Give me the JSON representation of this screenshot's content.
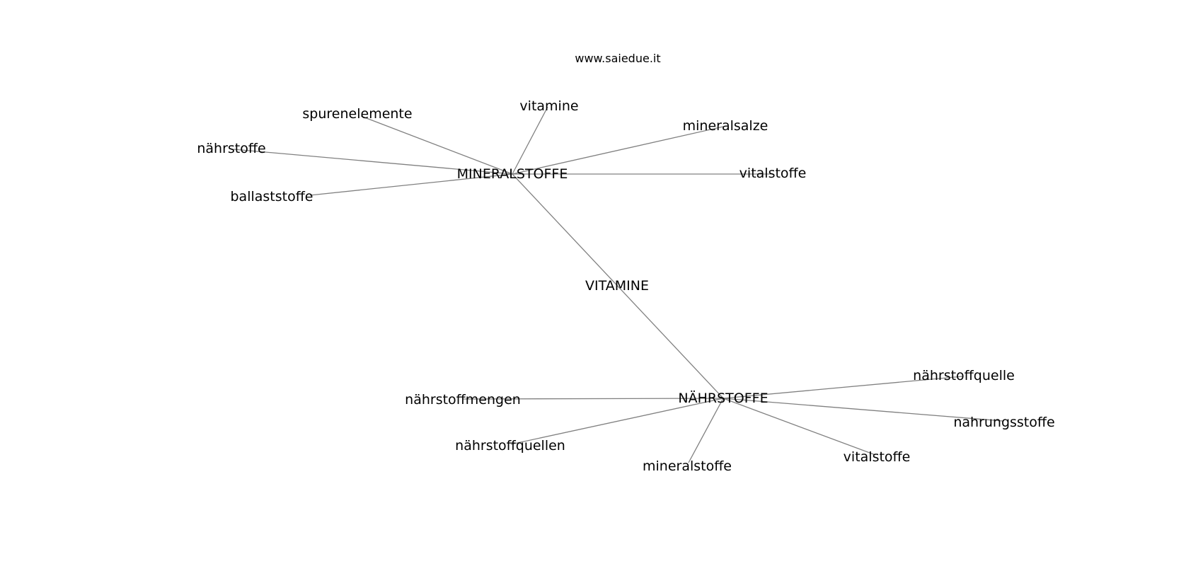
{
  "header": {
    "source_label": "www.saiedue.it"
  },
  "graph": {
    "nodes": [
      {
        "id": "VITAMINE",
        "label": "VITAMINE"
      },
      {
        "id": "MINERALSTOFFE",
        "label": "MINERALSTOFFE"
      },
      {
        "id": "NAEHRSTOFFE",
        "label": "NÄHRSTOFFE"
      },
      {
        "id": "m_spurenelemente",
        "label": "spurenelemente"
      },
      {
        "id": "m_vitamine",
        "label": "vitamine"
      },
      {
        "id": "m_mineralsalze",
        "label": "mineralsalze"
      },
      {
        "id": "m_naehrstoffe",
        "label": "nährstoffe"
      },
      {
        "id": "m_vitalstoffe",
        "label": "vitalstoffe"
      },
      {
        "id": "m_ballaststoffe",
        "label": "ballaststoffe"
      },
      {
        "id": "n_naehrstoffquelle",
        "label": "nährstoffquelle"
      },
      {
        "id": "n_naehrstoffmengen",
        "label": "nährstoffmengen"
      },
      {
        "id": "n_nahrungsstoffe",
        "label": "nahrungsstoffe"
      },
      {
        "id": "n_naehrstoffquellen",
        "label": "nährstoffquellen"
      },
      {
        "id": "n_vitalstoffe",
        "label": "vitalstoffe"
      },
      {
        "id": "n_mineralstoffe",
        "label": "mineralstoffe"
      }
    ],
    "edges": [
      [
        "MINERALSTOFFE",
        "NAEHRSTOFFE"
      ],
      [
        "MINERALSTOFFE",
        "m_spurenelemente"
      ],
      [
        "MINERALSTOFFE",
        "m_vitamine"
      ],
      [
        "MINERALSTOFFE",
        "m_mineralsalze"
      ],
      [
        "MINERALSTOFFE",
        "m_naehrstoffe"
      ],
      [
        "MINERALSTOFFE",
        "m_vitalstoffe"
      ],
      [
        "MINERALSTOFFE",
        "m_ballaststoffe"
      ],
      [
        "NAEHRSTOFFE",
        "n_naehrstoffquelle"
      ],
      [
        "NAEHRSTOFFE",
        "n_naehrstoffmengen"
      ],
      [
        "NAEHRSTOFFE",
        "n_nahrungsstoffe"
      ],
      [
        "NAEHRSTOFFE",
        "n_naehrstoffquellen"
      ],
      [
        "NAEHRSTOFFE",
        "n_vitalstoffe"
      ],
      [
        "NAEHRSTOFFE",
        "n_mineralstoffe"
      ]
    ],
    "colors": {
      "edge": "#808080",
      "text": "#000000",
      "background": "#ffffff"
    }
  }
}
